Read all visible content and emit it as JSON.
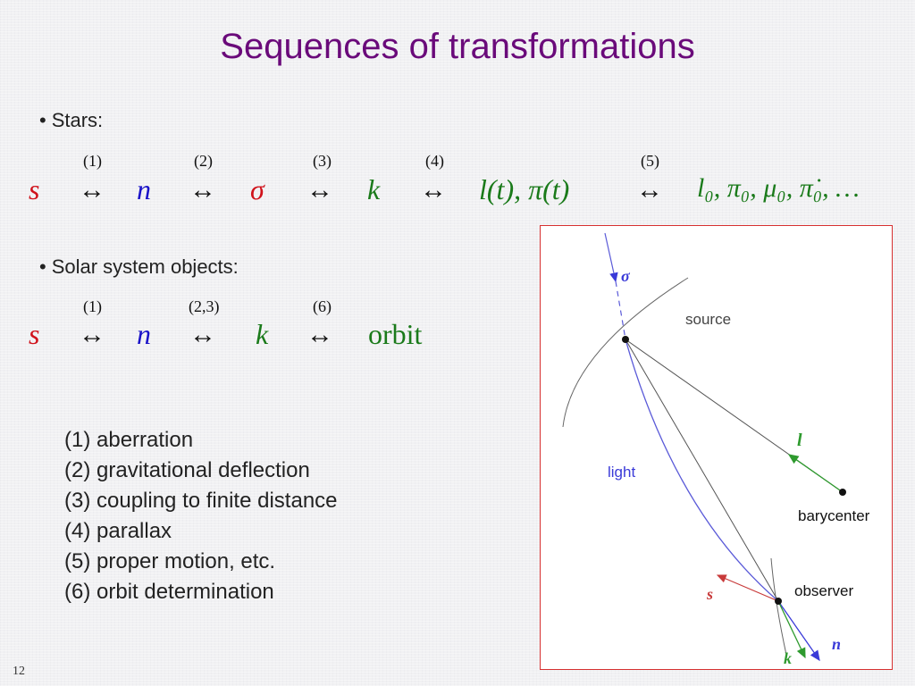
{
  "slide": {
    "title": "Sequences of transformations",
    "page_number": "12"
  },
  "stars": {
    "heading": "Stars:",
    "labels": [
      "(1)",
      "(2)",
      "(3)",
      "(4)",
      "(5)"
    ],
    "terms": {
      "s": "s",
      "n": "n",
      "sigma": "σ",
      "k": "k",
      "l_t": "l(t), π(t)",
      "params": "l₀, π₀, μ₀, π̇₀, …"
    },
    "arrow": "↔"
  },
  "solar": {
    "heading": "Solar system objects:",
    "labels": [
      "(1)",
      "(2,3)",
      "(6)"
    ],
    "terms": {
      "s": "s",
      "n": "n",
      "k": "k",
      "orbit": "orbit"
    },
    "arrow": "↔"
  },
  "legend": [
    "(1) aberration",
    "(2) gravitational deflection",
    "(3) coupling to finite distance",
    "(4) parallax",
    "(5) proper motion, etc.",
    "(6) orbit determination"
  ],
  "figure": {
    "labels": {
      "sigma": "σ",
      "source": "source",
      "light": "light",
      "l": "l",
      "barycenter": "barycenter",
      "s": "s",
      "observer": "observer",
      "k": "k",
      "n": "n"
    },
    "colors": {
      "light": "#5a5ad8",
      "l_arrow": "#2e9a2e",
      "s_arrow": "#c83a3a",
      "n_arrow": "#3a3ad8",
      "k_arrow": "#2e9a2e",
      "lines": "#555555",
      "border": "#d63030"
    }
  }
}
